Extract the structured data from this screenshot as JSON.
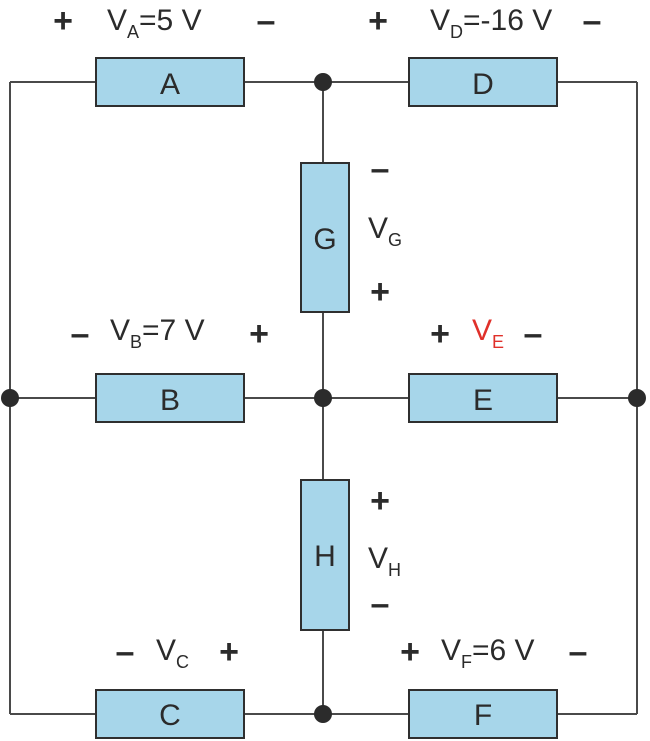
{
  "components": {
    "A": {
      "label": "A",
      "voltage": "V",
      "sub": "A",
      "value": "=5 V",
      "plus": "+",
      "minus": "–"
    },
    "B": {
      "label": "B",
      "voltage": "V",
      "sub": "B",
      "value": "=7 V",
      "plus": "+",
      "minus": "–"
    },
    "C": {
      "label": "C",
      "voltage": "V",
      "sub": "C",
      "value": "",
      "plus": "+",
      "minus": "–"
    },
    "D": {
      "label": "D",
      "voltage": "V",
      "sub": "D",
      "value": "=-16 V",
      "plus": "+",
      "minus": "–"
    },
    "E": {
      "label": "E",
      "voltage": "V",
      "sub": "E",
      "value": "",
      "plus": "+",
      "minus": "–"
    },
    "F": {
      "label": "F",
      "voltage": "V",
      "sub": "F",
      "value": "=6 V",
      "plus": "+",
      "minus": "–"
    },
    "G": {
      "label": "G",
      "voltage": "V",
      "sub": "G",
      "value": "",
      "plus": "+",
      "minus": "–"
    },
    "H": {
      "label": "H",
      "voltage": "V",
      "sub": "H",
      "value": "",
      "plus": "+",
      "minus": "–"
    }
  },
  "colors": {
    "component_fill": "#a7d6ea",
    "unknown_voltage": "#e0302a",
    "wire": "#4a4a4a"
  }
}
